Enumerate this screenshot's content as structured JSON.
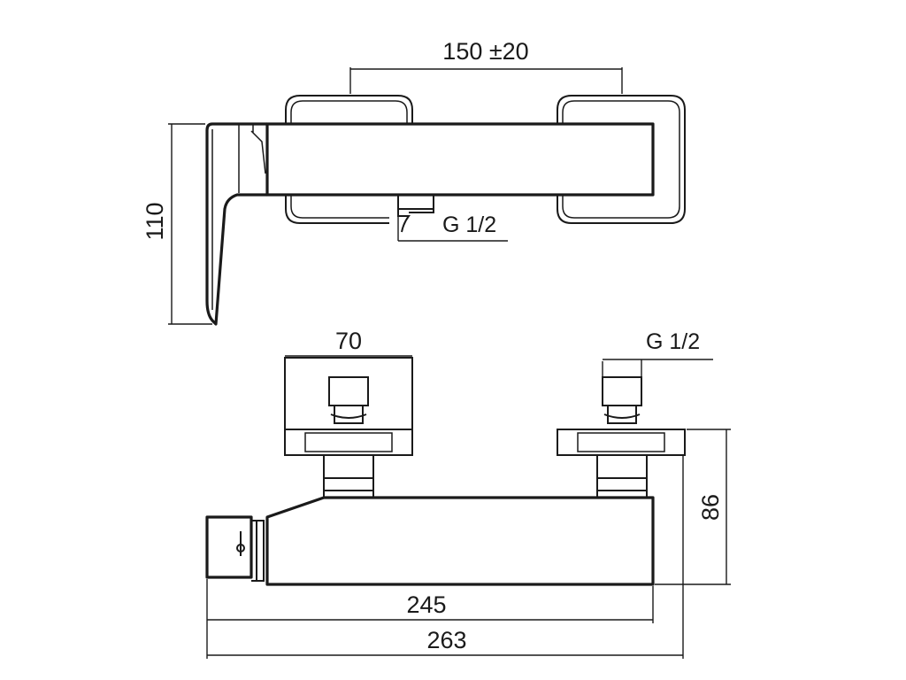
{
  "top_view": {
    "dim_spacing": "150 ±20",
    "dim_depth": "110",
    "thread": "G 1/2"
  },
  "front_view": {
    "dim_escutcheon": "70",
    "thread": "G 1/2",
    "dim_height": "86",
    "dim_body_length": "245",
    "dim_total_length": "263"
  }
}
